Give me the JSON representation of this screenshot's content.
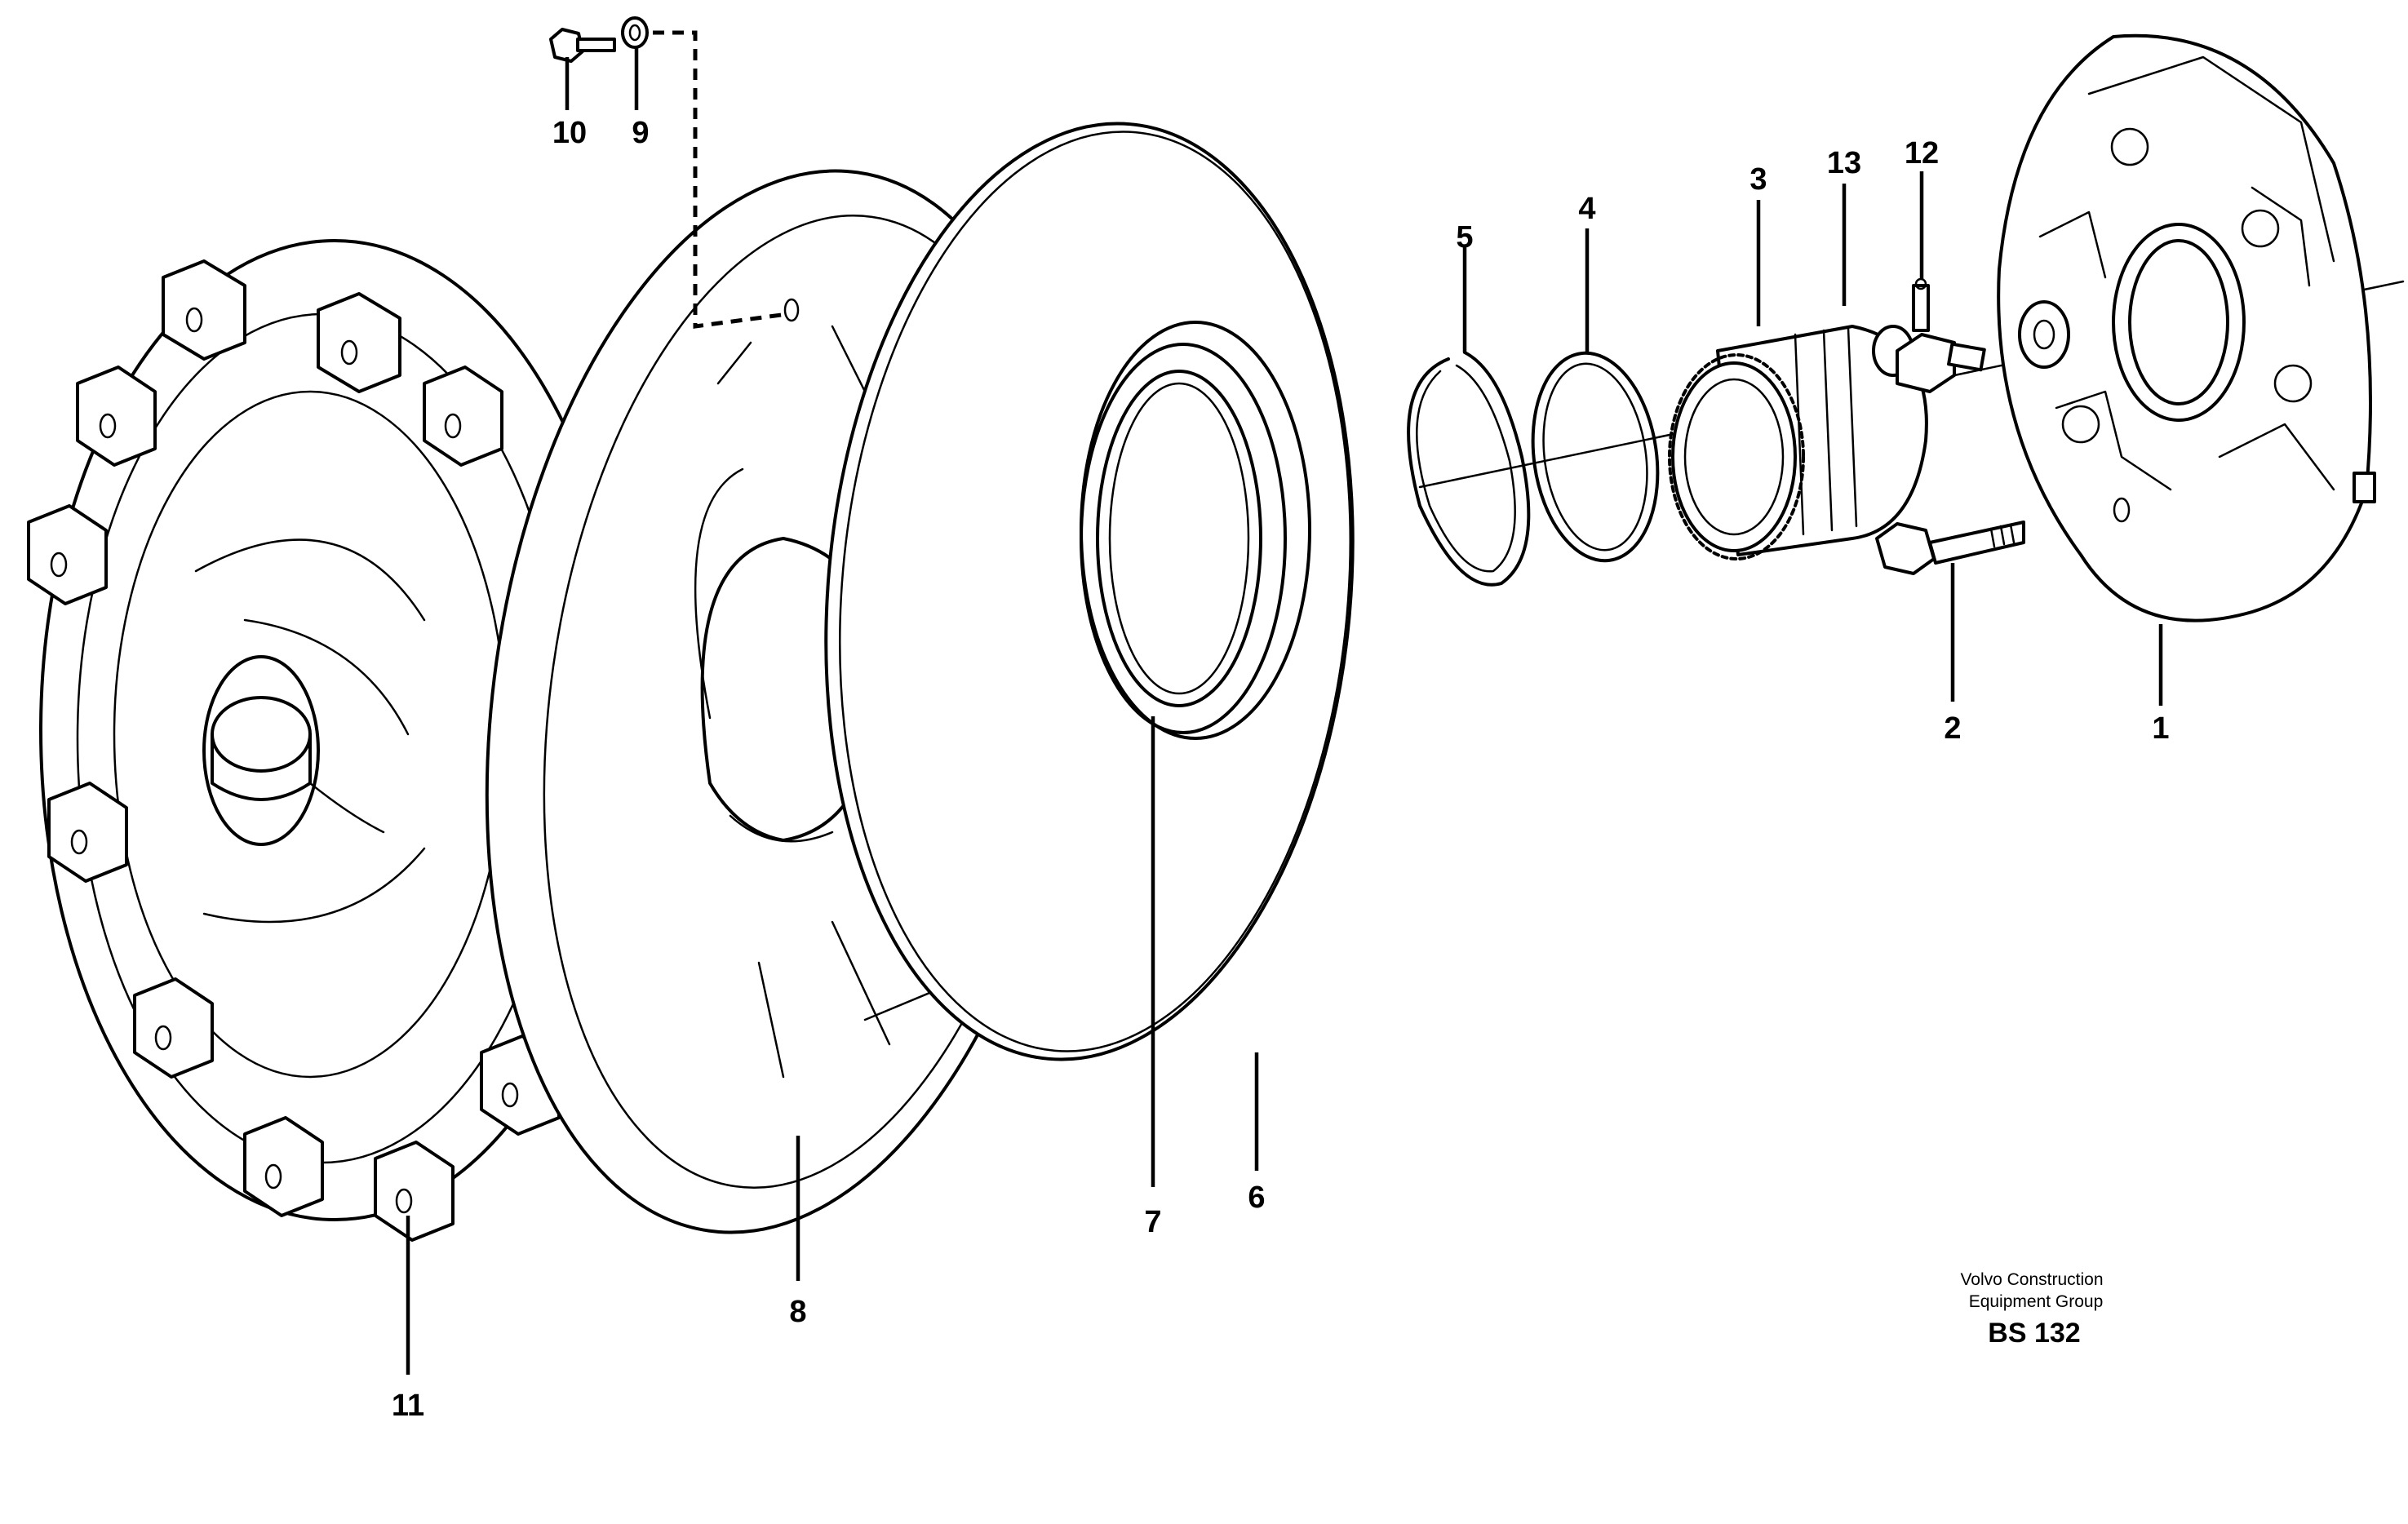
{
  "diagram": {
    "callouts": {
      "c1": "1",
      "c2": "2",
      "c3": "3",
      "c4": "4",
      "c5": "5",
      "c6": "6",
      "c7": "7",
      "c8": "8",
      "c9": "9",
      "c10": "10",
      "c11": "11",
      "c12": "12",
      "c13": "13"
    },
    "credit_line1": "Volvo Construction",
    "credit_line2": "Equipment Group",
    "figure_code": "BS 132"
  },
  "colors": {
    "line": "#000000",
    "background": "#ffffff"
  }
}
